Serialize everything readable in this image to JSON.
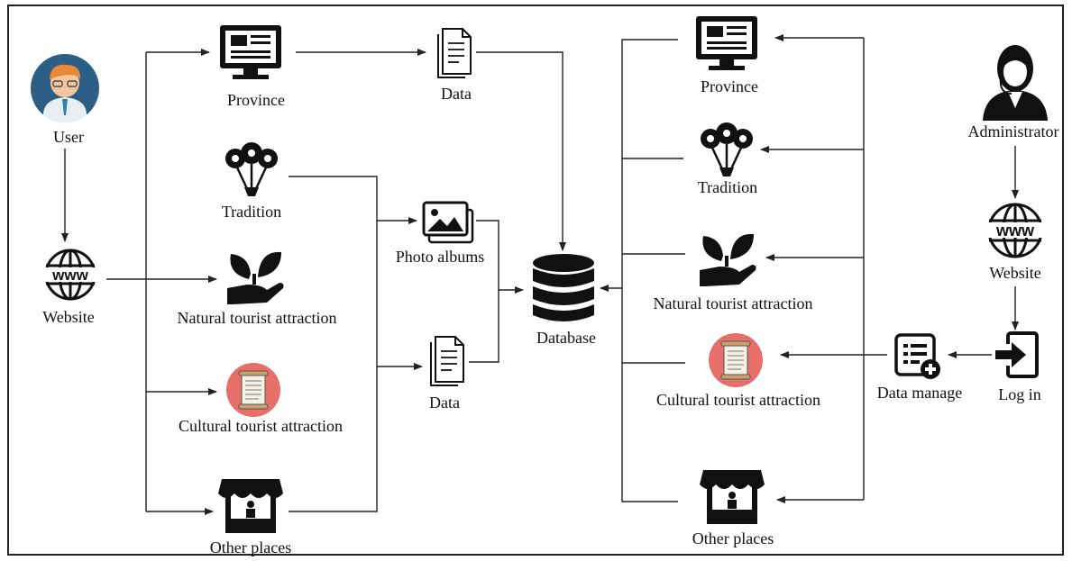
{
  "diagram": {
    "user": {
      "label": "User"
    },
    "admin": {
      "label": "Administrator"
    },
    "left": {
      "website": "Website",
      "province": "Province",
      "tradition": "Tradition",
      "natural": "Natural tourist attraction",
      "cultural": "Cultural tourist attraction",
      "other": "Other places",
      "data_top": "Data",
      "photo_albums": "Photo albums",
      "data_bottom": "Data"
    },
    "center": {
      "database": "Database"
    },
    "right": {
      "province": "Province",
      "tradition": "Tradition",
      "natural": "Natural tourist attraction",
      "cultural": "Cultural tourist attraction",
      "other": "Other places",
      "website": "Website",
      "data_manage": "Data manage",
      "log_in": "Log in"
    },
    "colors": {
      "line": "#222222",
      "icon": "#111111",
      "avatar_bg": "#2d5f86",
      "scroll_bg": "#e76f6a"
    },
    "icons": [
      "user-avatar-icon",
      "administrator-icon",
      "www-globe-icon",
      "monitor-icon",
      "flowers-icon",
      "hand-plant-icon",
      "scroll-icon",
      "market-stall-icon",
      "document-icon",
      "photo-album-icon",
      "database-icon",
      "data-manage-icon",
      "log-in-icon"
    ]
  }
}
